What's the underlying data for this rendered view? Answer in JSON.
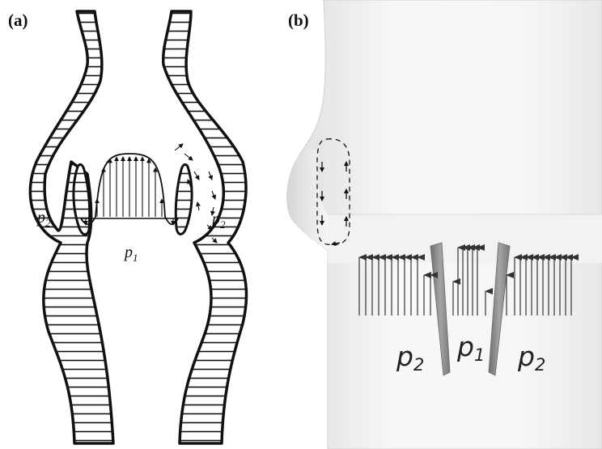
{
  "panels": [
    {
      "id": "a",
      "label": "(a)"
    },
    {
      "id": "b",
      "label": "(b)"
    }
  ],
  "pressure_labels": {
    "symbol": "p",
    "a_left_sub": "2",
    "a_center_sub": "1",
    "a_right_sub": "2",
    "b_left_sub": "2",
    "b_center_sub": "1",
    "b_right_sub": "2"
  },
  "colors": {
    "line": "#111111",
    "tube_fill": "#f4f4f4",
    "tube_shade": "#e6e6e6",
    "leaflet_fill": "#8a8a8a",
    "arrow": "#333333"
  }
}
